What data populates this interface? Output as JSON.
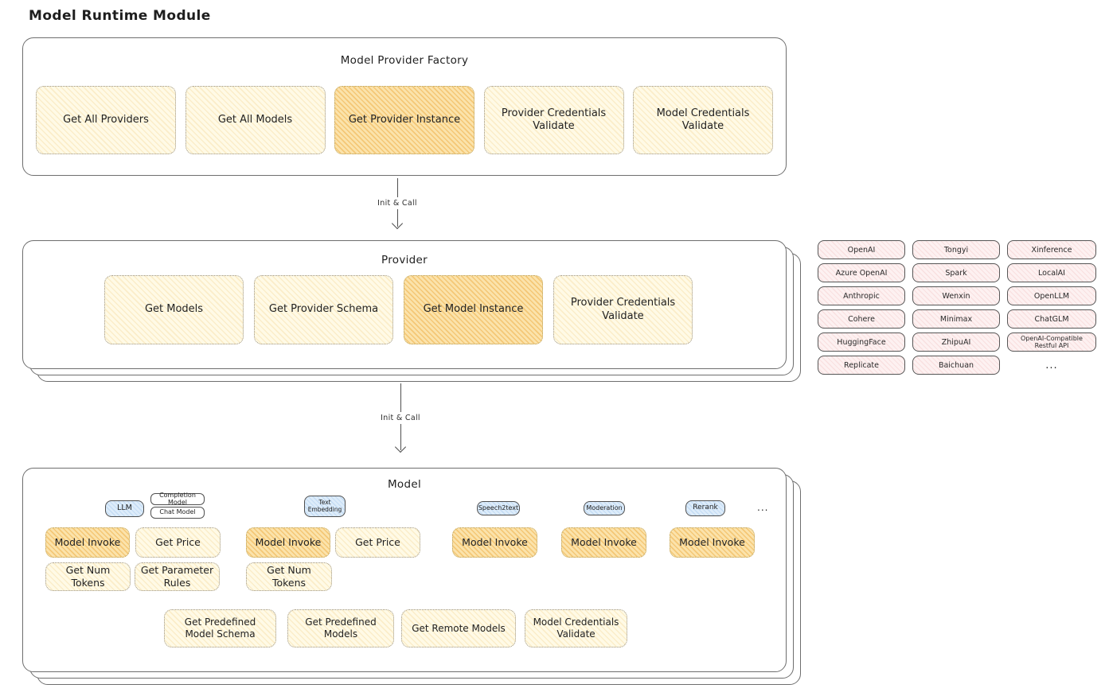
{
  "title": "Model Runtime Module",
  "factory": {
    "title": "Model Provider Factory",
    "buttons": [
      "Get All Providers",
      "Get All Models",
      "Get Provider Instance",
      "Provider Credentials Validate",
      "Model Credentials Validate"
    ],
    "highlighted": "Get Provider Instance"
  },
  "arrows": {
    "label1": "Init & Call",
    "label2": "Init & Call"
  },
  "provider": {
    "title": "Provider",
    "buttons": [
      "Get Models",
      "Get Provider Schema",
      "Get Model Instance",
      "Provider Credentials Validate"
    ],
    "highlighted": "Get Model Instance"
  },
  "provider_list": {
    "items": [
      "OpenAI",
      "Tongyi",
      "Xinference",
      "Azure OpenAI",
      "Spark",
      "LocalAI",
      "Anthropic",
      "Wenxin",
      "OpenLLM",
      "Cohere",
      "Minimax",
      "ChatGLM",
      "HuggingFace",
      "ZhipuAI",
      "OpenAI-Compatible Restful API",
      "Replicate",
      "Baichuan"
    ],
    "more": "..."
  },
  "model": {
    "title": "Model",
    "types": [
      "LLM",
      "Completion Model",
      "Chat Model",
      "Text Embedding",
      "Speech2text",
      "Moderation",
      "Rerank"
    ],
    "more": "...",
    "ops_row1": [
      "Model Invoke",
      "Get Price",
      "Model Invoke",
      "Get Price",
      "Model Invoke",
      "Model Invoke",
      "Model Invoke"
    ],
    "ops_row2": [
      "Get Num Tokens",
      "Get Parameter Rules",
      "Get Num Tokens"
    ],
    "ops_row3": [
      "Get Predefined Model Schema",
      "Get Predefined Models",
      "Get Remote Models",
      "Model Credentials Validate"
    ]
  },
  "colors": {
    "cream_fill": "#fffae6",
    "orange_highlight_fill": "#fbe3ab",
    "pink_fill": "#fdf1f1",
    "blue_tag_fill": "#ddecfa",
    "ink": "#2b2b2b",
    "border_gray": "#6e6e6e"
  }
}
